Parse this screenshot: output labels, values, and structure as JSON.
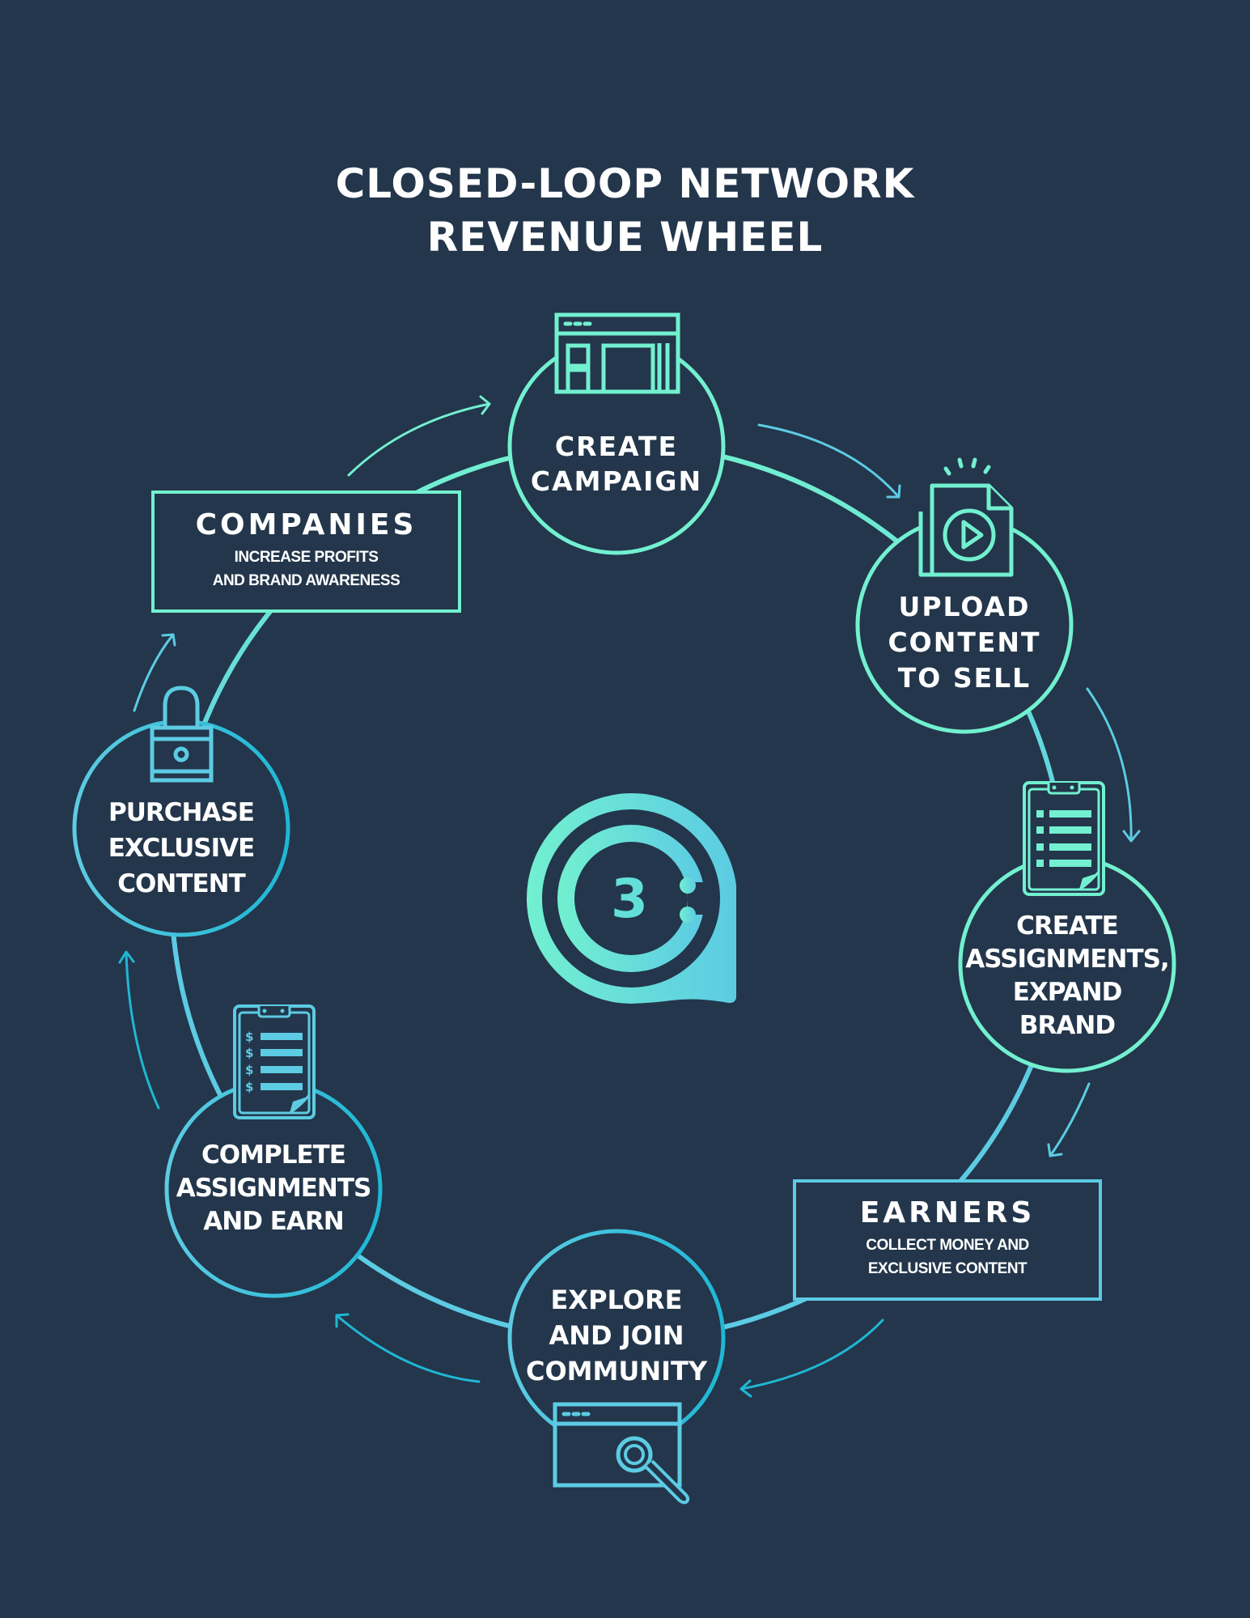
{
  "title": {
    "line1": "CLOSED-LOOP NETWORK",
    "line2": "REVENUE WHEEL"
  },
  "colors": {
    "background": "#23364b",
    "mint": "#72f0d0",
    "cyan": "#5ccbe3",
    "deep_cyan": "#1fb7d4",
    "text": "#ffffff"
  },
  "logo": {
    "glyph": "3",
    "icon": "c3-logo-icon"
  },
  "steps": [
    {
      "id": "create-campaign",
      "icon": "browser-layout-icon",
      "lines": [
        "CREATE",
        "CAMPAIGN"
      ]
    },
    {
      "id": "upload-content",
      "icon": "video-file-icon",
      "lines": [
        "UPLOAD",
        "CONTENT",
        "TO SELL"
      ]
    },
    {
      "id": "create-assignments",
      "icon": "checklist-clipboard-icon",
      "lines": [
        "CREATE",
        "ASSIGNMENTS,",
        "EXPAND",
        "BRAND"
      ]
    },
    {
      "id": "explore-community",
      "icon": "browser-search-icon",
      "lines": [
        "EXPLORE",
        "AND JOIN",
        "COMMUNITY"
      ]
    },
    {
      "id": "complete-assignments",
      "icon": "dollar-clipboard-icon",
      "lines": [
        "COMPLETE",
        "ASSIGNMENTS",
        "AND EARN"
      ]
    },
    {
      "id": "purchase-content",
      "icon": "padlock-icon",
      "lines": [
        "PURCHASE",
        "EXCLUSIVE",
        "CONTENT"
      ]
    }
  ],
  "groups": {
    "companies": {
      "title": "COMPANIES",
      "sub1": "INCREASE PROFITS",
      "sub2": "AND BRAND AWARENESS"
    },
    "earners": {
      "title": "EARNERS",
      "sub1": "COLLECT MONEY AND",
      "sub2": "EXCLUSIVE CONTENT"
    }
  }
}
